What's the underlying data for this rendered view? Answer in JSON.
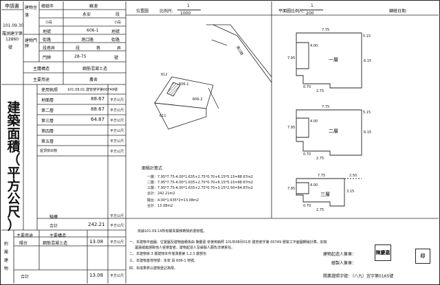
{
  "header": {
    "form_title": "申請書",
    "date": "101.09.30",
    "survey_label": "羅測建字第",
    "survey_no": "12860",
    "survey_suffix": "號"
  },
  "location": {
    "vert_label_1": "建物坐落",
    "vert_label_2": "建物門牌",
    "county_label": "鄉鎮市",
    "county_value": "蘇澳",
    "district_label": "段",
    "district_value": "永安",
    "subsection_label": "小段",
    "subsection_right": "小段",
    "lot_label": "地號",
    "lot_value": "606-1",
    "lot_suffix": "地號",
    "street_label": "街路",
    "street_value": "港口路",
    "street_suffix": "街路",
    "lane_label": "段巷弄",
    "lane_seg": "段",
    "lane_alley": "巷",
    "lane_lane": "弄",
    "number_label": "門牌",
    "number_value": "28-75",
    "number_suffix": "號",
    "structure_label": "主體構造",
    "structure_value": "鋼筋混凝土造",
    "use_label": "主要用途",
    "use_value": "農舍",
    "permit_label": "使用執照",
    "permit_value": "101.08.01 建管使字第00749號"
  },
  "area": {
    "big_title": [
      "建",
      "築",
      "面",
      "積",
      "（",
      "平",
      "方",
      "公",
      "尺",
      "）"
    ],
    "unit": "平方公尺",
    "floors": [
      {
        "label": "地面層",
        "value": "88.67"
      },
      {
        "label": "第二層",
        "value": "88.67"
      },
      {
        "label": "第三層",
        "value": "64.87"
      },
      {
        "label": "第四層",
        "value": ""
      },
      {
        "label": "第五層",
        "value": ""
      },
      {
        "label": "屋頂突出物",
        "value": ""
      }
    ],
    "blank_label": "騎樓",
    "total_label": "合計",
    "total_value": "242.21"
  },
  "annex": {
    "vert_label": "附屬建物",
    "use_header": "主要用途",
    "structure_header": "主要構造",
    "row_use": "陽台",
    "row_structure": "鋼筋混凝土造",
    "row_value": "13.08",
    "unit": "平方公尺",
    "total_label": "合計",
    "total_value": "13.08"
  },
  "site_plan": {
    "label": "位置圖",
    "scale_label": "比例尺:",
    "scale_num": "1",
    "scale_den": "1000",
    "road_label": "港口路",
    "parcels": [
      "612",
      "606-1",
      "606-2",
      "611"
    ]
  },
  "floor_plan": {
    "scale_label": "平面圖比例尺:",
    "scale_num": "1",
    "scale_den": "200",
    "date_label": "轉繪日期:",
    "dims": {
      "top": "7.75",
      "right_top": "5.15",
      "left": "7.95",
      "inner": "4.00",
      "right": "6.15",
      "bot_a": "0.70",
      "bot_b": "2.75",
      "f3_right_top": "2.50",
      "f3_right": "3.15"
    },
    "floors": [
      "一層",
      "二層",
      "三層"
    ]
  },
  "calc": {
    "title": "面積計算式",
    "lines": [
      "一層：7.95*7.75-4.00*1.635+2.75*0.70+6.15*5.15=88.67m2",
      "二層：7.95*7.75-4.00*1.635+2.75*0.70+6.15*5.15=88.67m2",
      "三層：7.95*7.75-4.00*1.635+2.75*0.70+3.15*2.50=64.87m2",
      "合計：242.21m2",
      "陽台：4.00*1.635*2=13.08m2",
      "合計：13.08m2"
    ]
  },
  "notes": {
    "basis": "依據101.09.14所有權買賣移轉契約書辦理。",
    "items": [
      "一、本建物平面圖、位置圖及建物面積係由  陳慶嘉  依使用執照  101年08月01日  建管使字第  00749  號竣工平面圖轉繪計算，如有",
      "遺漏或錯誤致他人受損害者，建物起造人及繪製人願負法律責任。",
      "二、本建物係  3  層建物本件僅測量第  1,2,3  層部份",
      "三、本建物基地地號：永安  段      606-1      地號。",
      "四、本成果表以建物登記為限。"
    ],
    "sig1": "建物起造人簽章：",
    "sig2": "繪製人簽章：",
    "office": "開業證照字號：（八九）宜字第0165號"
  },
  "seals": [
    "陳慶嘉",
    "印"
  ]
}
